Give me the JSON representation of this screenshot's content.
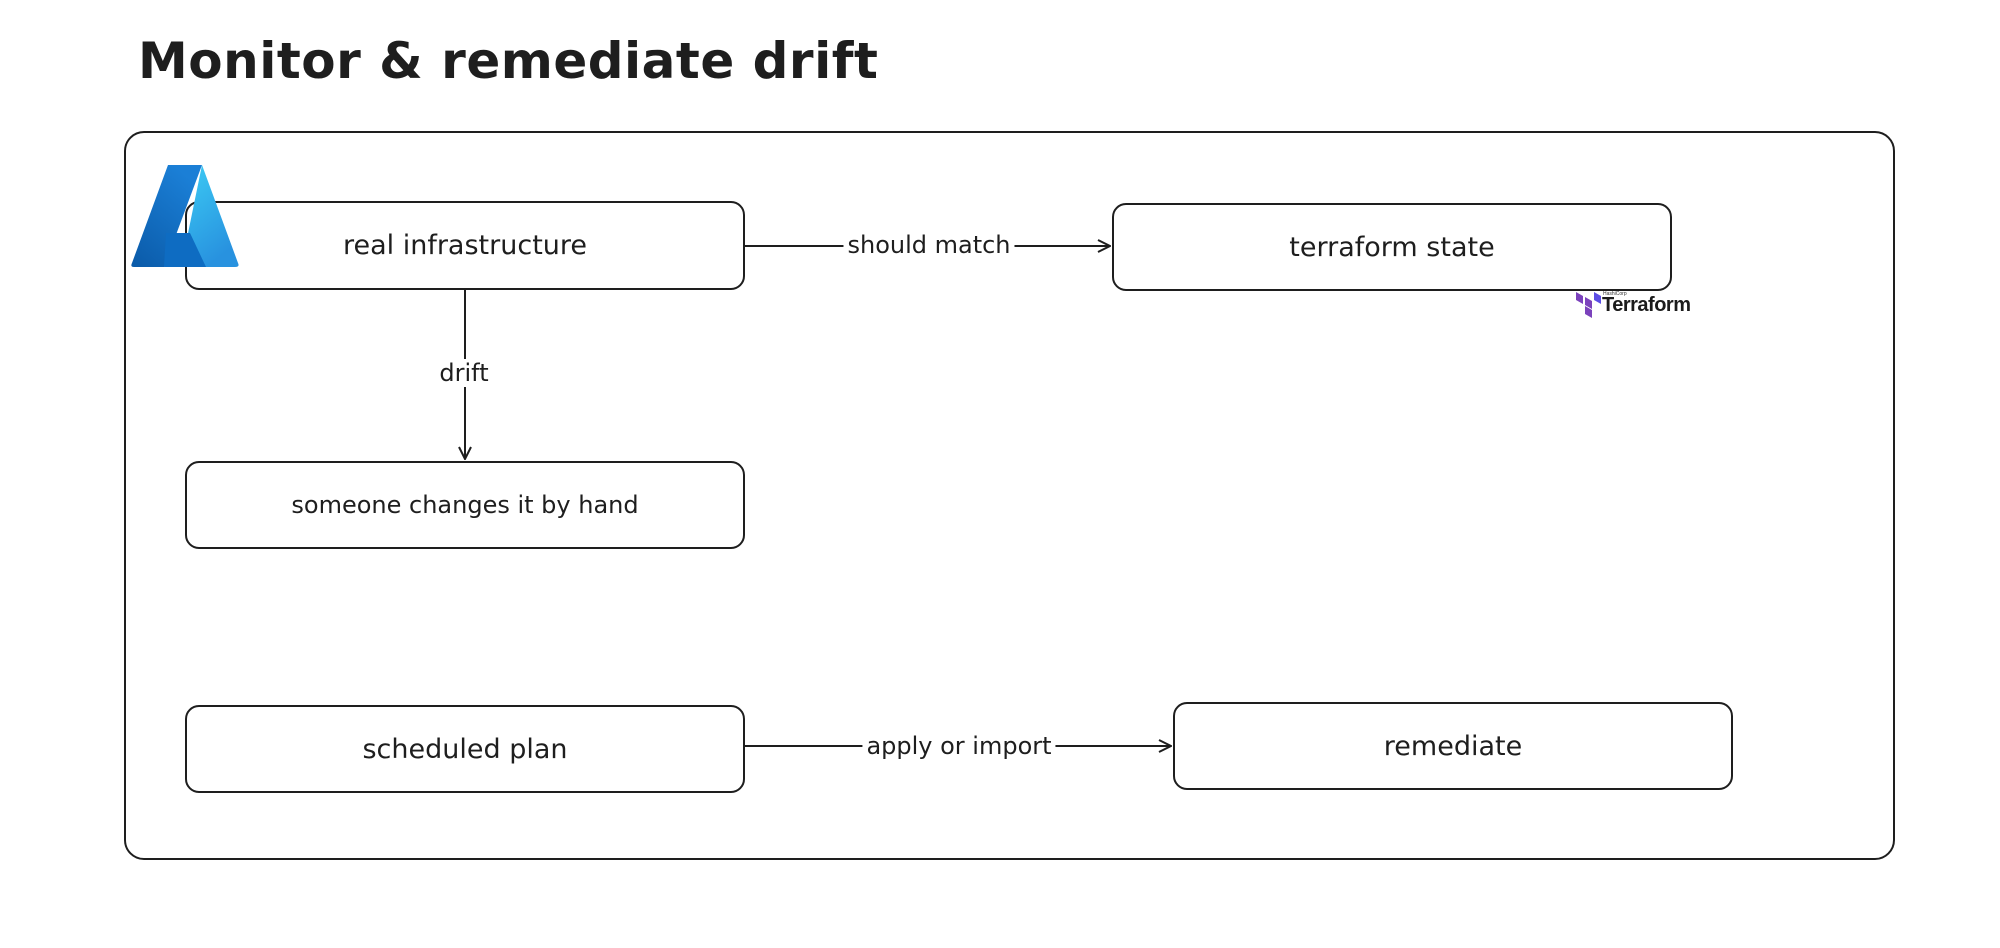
{
  "title": "Monitor & remediate drift",
  "nodes": {
    "real_infrastructure": "real infrastructure",
    "terraform_state": "terraform state",
    "manual_change": "someone changes it by hand",
    "scheduled_plan": "scheduled plan",
    "remediate": "remediate"
  },
  "edges": {
    "should_match": "should match",
    "drift": "drift",
    "apply_or_import": "apply or import"
  },
  "logos": {
    "azure": {
      "icon": "azure-logo-icon"
    },
    "terraform": {
      "icon": "terraform-logo-icon",
      "caption": "HashiCorp",
      "wordmark": "Terraform",
      "color": "#7B42BC"
    }
  },
  "colors": {
    "stroke": "#1e1e1e",
    "background": "#ffffff",
    "azure_light": "#35C1F1",
    "azure_dark": "#0A5AA8",
    "terraform_purple": "#7B42BC"
  }
}
